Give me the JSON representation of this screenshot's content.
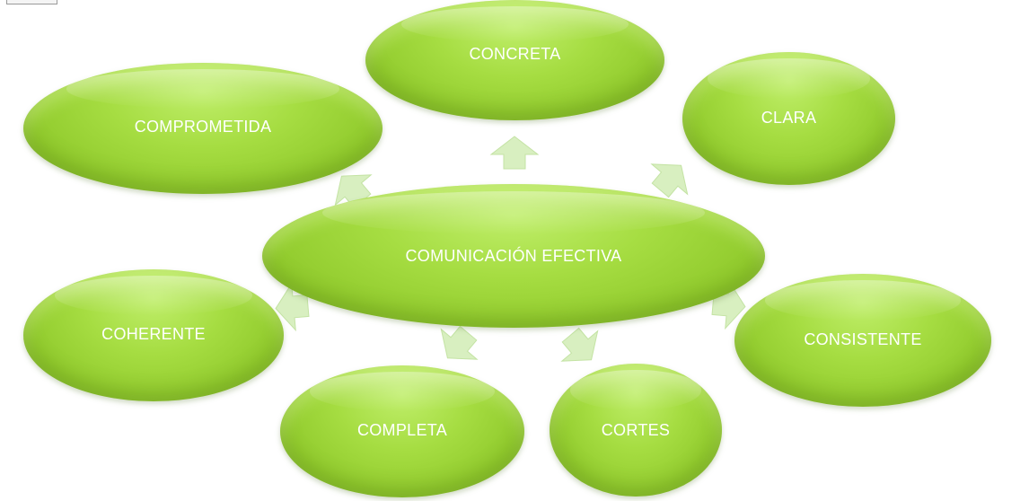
{
  "diagram": {
    "center": {
      "label": "COMUNICACIÓN EFECTIVA"
    },
    "nodes": [
      {
        "id": "concreta",
        "label": "CONCRETA"
      },
      {
        "id": "clara",
        "label": "CLARA"
      },
      {
        "id": "comprometida",
        "label": "COMPROMETIDA"
      },
      {
        "id": "coherente",
        "label": "COHERENTE"
      },
      {
        "id": "consistente",
        "label": "CONSISTENTE"
      },
      {
        "id": "completa",
        "label": "COMPLETA"
      },
      {
        "id": "cortes",
        "label": "CORTES"
      }
    ],
    "node_color": "#a6dd42",
    "arrow_color": "#d8efc0",
    "text_color": "#ffffff"
  }
}
